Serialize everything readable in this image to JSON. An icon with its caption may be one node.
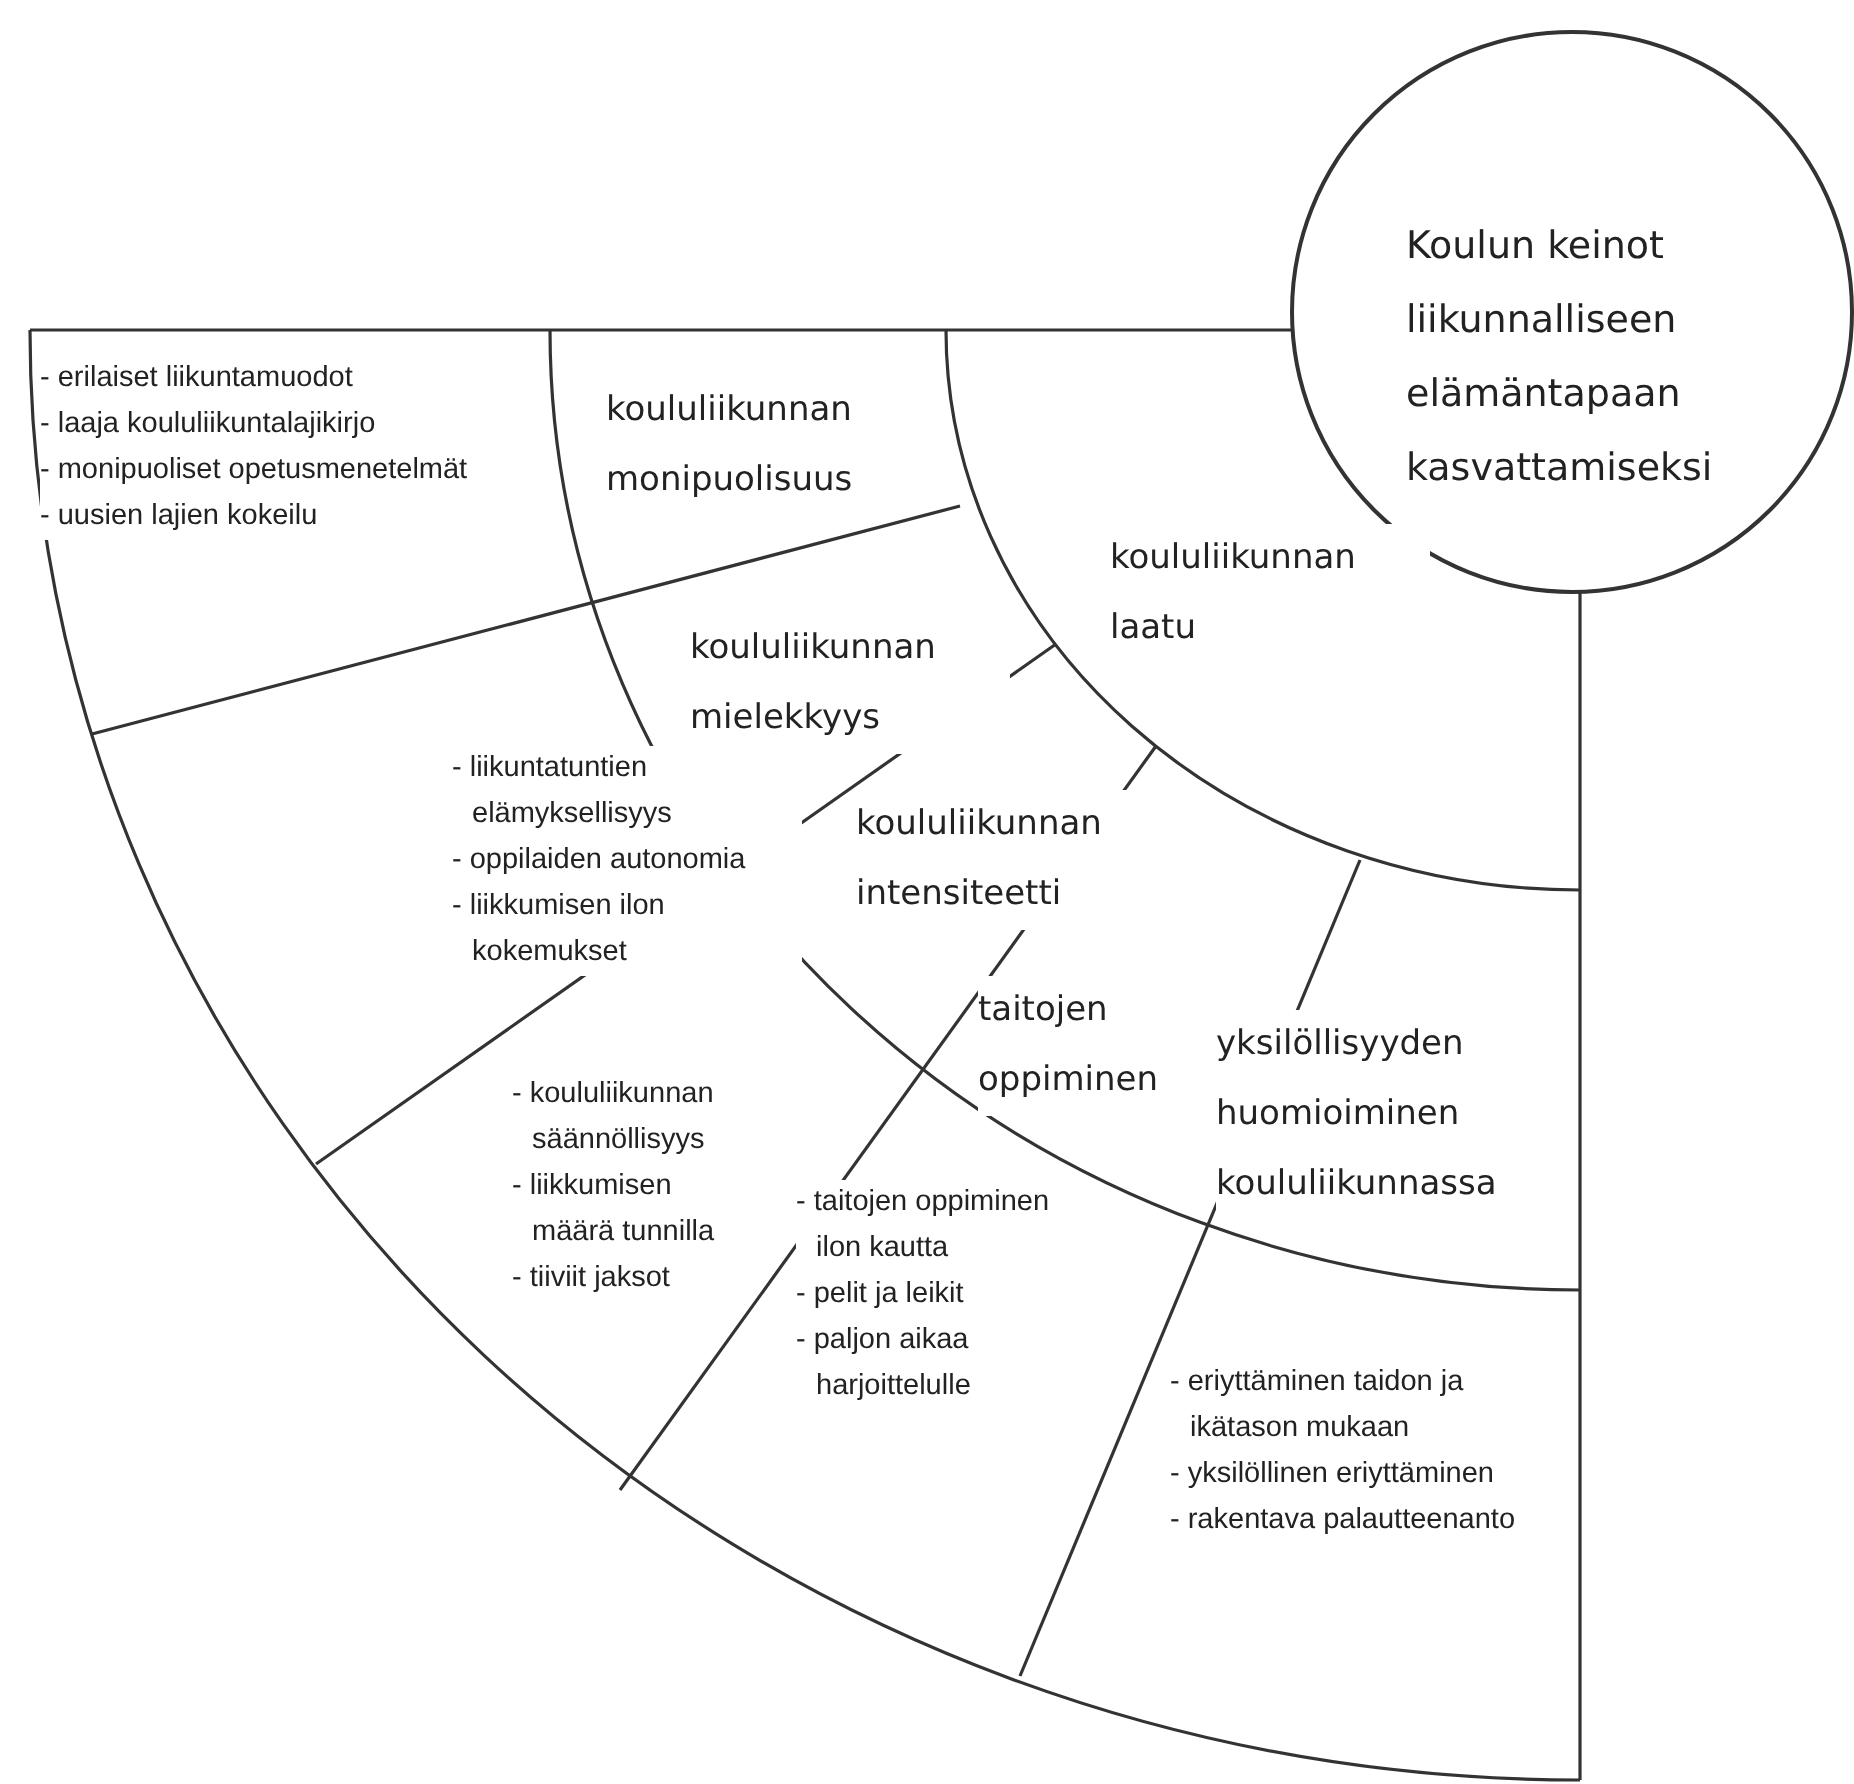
{
  "diagram": {
    "nodes": [
      {
        "text": [
          "Koulun keinot liikunnalliseen elämäntapaan kasvattamiseksi"
        ]
      },
      {
        "text": [
          "koululiikunnan laatu"
        ]
      },
      {
        "text": [
          "koululiikunnan monipuolisuus"
        ]
      },
      {
        "text": [
          "koululiikunnan mielekkyys"
        ]
      },
      {
        "text": [
          "koululiikunnan intensiteetti"
        ]
      },
      {
        "text": [
          "taitojen oppiminen"
        ]
      },
      {
        "text": [
          "yksilöllisyyden huomioiminen koululiikunnassa"
        ]
      },
      {
        "text": [
          "- erilaiset liikuntamuodot",
          "- laaja koululiikuntalajikirjo",
          "- monipuoliset opetusmenetelmät",
          "- uusien lajien kokeilu"
        ]
      },
      {
        "text": [
          "- liikuntatuntien elämyksellisyys",
          "- oppilaiden autonomia",
          "- liikkumisen ilon kokemukset"
        ]
      },
      {
        "text": [
          "- koululiikunnan säännöllisyys",
          "- liikkumisen määrä tunnilla",
          "- tiiviit jaksot"
        ]
      },
      {
        "text": [
          "- taitojen oppiminen ilon kautta",
          "- pelit ja leikit",
          "- paljon aikaa harjoittelulle"
        ]
      },
      {
        "text": [
          "- eriyttäminen taidon ja ikätason mukaan",
          "- yksilöllinen eriyttäminen",
          "- rakentava palautteenanto"
        ]
      }
    ],
    "edges": []
  }
}
